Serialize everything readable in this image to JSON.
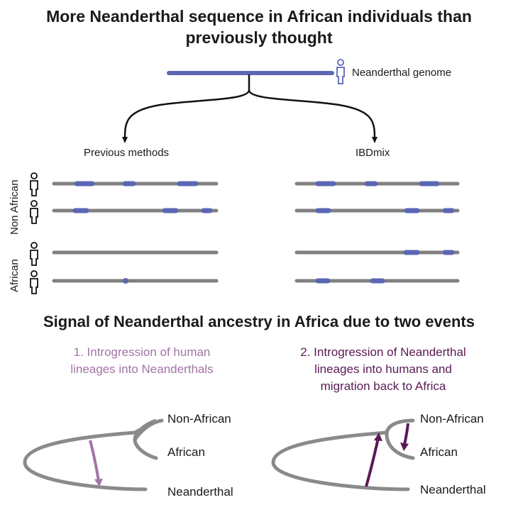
{
  "top": {
    "title_line1": "More Neanderthal sequence in African individuals than",
    "title_line2": "previously thought",
    "genome_label": "Neanderthal genome",
    "left_method": "Previous methods",
    "right_method": "IBDmix",
    "group_nonafrican": "Non African",
    "group_african": "African"
  },
  "bottom": {
    "title": "Signal of Neanderthal ancestry in Africa due to two events",
    "event1": [
      "1. Introgression of human",
      "lineages into Neanderthals"
    ],
    "event2": [
      "2. Introgression of Neanderthal",
      "lineages into humans and",
      "migration back to Africa"
    ],
    "tree_labels": {
      "non_african": "Non-African",
      "african": "African",
      "neanderthal": "Neanderthal"
    }
  },
  "colors": {
    "chromosome": "#808080",
    "segment": "#5b67b4",
    "arrow_event1": "#a273a8",
    "arrow_event2": "#5a1a54",
    "tree": "#8a8a8a"
  },
  "icons": {
    "person": "person-icon",
    "arrow": "arrow-down-icon"
  }
}
